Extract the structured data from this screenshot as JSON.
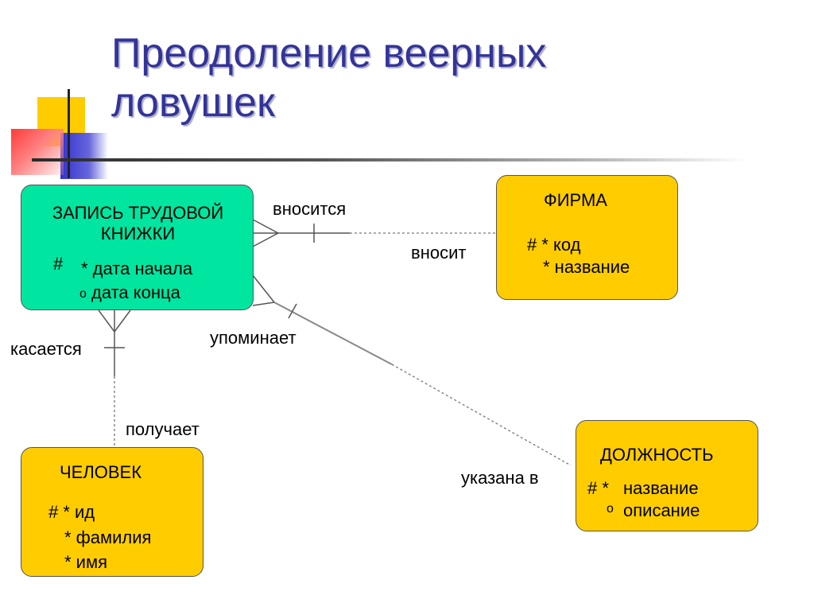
{
  "slide": {
    "title_line1": "Преодоление веерных",
    "title_line2": "ловушек"
  },
  "entities": {
    "record": {
      "title_line1": "ЗАПИСЬ ТРУДОВОЙ",
      "title_line2": "КНИЖКИ",
      "hash": "#",
      "attr1": "* дата начала",
      "opt_mark": "o",
      "attr2": "дата конца"
    },
    "firm": {
      "title": "ФИРМА",
      "attr1": "# * код",
      "attr2": "* название"
    },
    "person": {
      "title": "ЧЕЛОВЕК",
      "attr1": "# * ид",
      "attr2": "* фамилия",
      "attr3": "* имя"
    },
    "position": {
      "title": "ДОЛЖНОСТЬ",
      "attr1_mark": "# *",
      "attr1": "название",
      "attr2_mark": "o",
      "attr2": "описание"
    }
  },
  "relationships": {
    "record_firm_from": "вносится",
    "record_firm_to": "вносит",
    "record_person_from": "касается",
    "record_person_to": "получает",
    "record_position_from": "упоминает",
    "record_position_to": "указана в"
  },
  "colors": {
    "title": "#333399",
    "entity_yellow": "#ffcc00",
    "entity_green": "#00e5a0"
  }
}
